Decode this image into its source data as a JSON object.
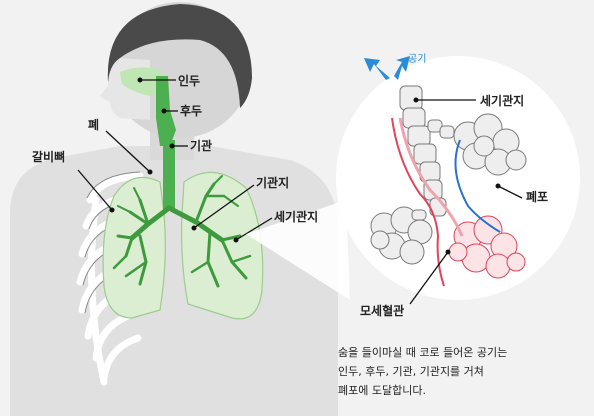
{
  "labels": {
    "nasal_cavity": "인두",
    "larynx": "후두",
    "trachea": "기관",
    "lung": "폐",
    "ribs": "갈비뼈",
    "bronchus": "기관지",
    "bronchiole_left": "세기관지",
    "bronchiole_detail": "세기관지",
    "alveoli": "폐포",
    "capillaries": "모세혈관",
    "air": "공기"
  },
  "caption": [
    "숨을 들이마실 때 코로 들어온 공기는",
    "인두, 후두, 기관, 기관지를 거쳐",
    "폐포에 도달합니다."
  ],
  "colors": {
    "background": "#f2f2f2",
    "body": "#e0e0e0",
    "head": "#d6d6d6",
    "hair": "#4a4a4a",
    "lung_fill": "#dbeed2",
    "airway": "#4caf50",
    "bronchi": "#3d9a3d",
    "air_arrow": "#2a8bd6",
    "vein": "#2a6fd6",
    "artery": "#e0455a"
  },
  "icons": [
    "air-flow-arrow-icon"
  ]
}
